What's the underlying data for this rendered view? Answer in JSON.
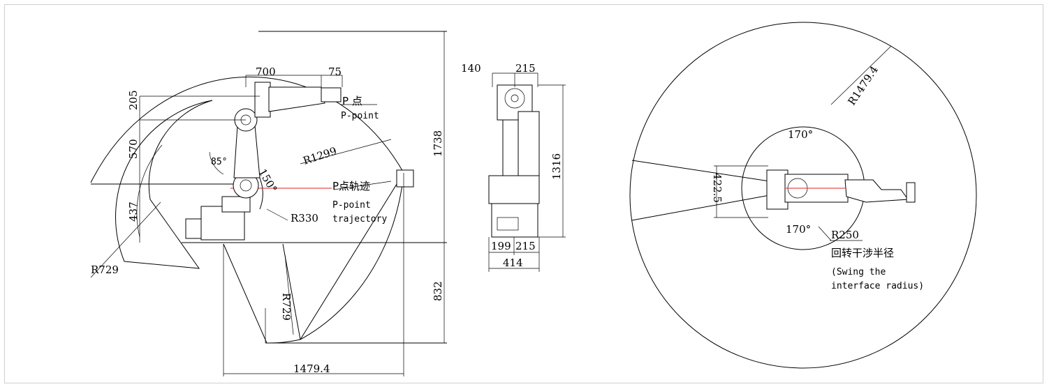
{
  "side_view": {
    "top_width": "700",
    "top_tip": "75",
    "upper_height": "205",
    "mid_height": "570",
    "base_height": "437",
    "total_height": "1738",
    "below_height": "832",
    "reach_radius": "R1299",
    "inner_radius": "R330",
    "back_radius": "R729",
    "lower_radius": "R729",
    "bottom_width": "1479.4",
    "angle_small": "85°",
    "angle_large": "150°",
    "p_point_cn": "P 点",
    "p_point_en": "P-point",
    "trajectory_cn": "P点轨迹",
    "trajectory_en_1": "P-point",
    "trajectory_en_2": "trajectory"
  },
  "front_view": {
    "top_left": "140",
    "top_right": "215",
    "height": "1316",
    "bottom_left": "199",
    "bottom_right": "215",
    "bottom_total": "414"
  },
  "top_view": {
    "radius": "R1479.4",
    "angle_top": "170°",
    "angle_bottom": "170°",
    "width": "422.5",
    "swing_radius": "R250",
    "swing_cn": "回转干涉半径",
    "swing_en_1": "(Swing the",
    "swing_en_2": "interface radius)"
  }
}
